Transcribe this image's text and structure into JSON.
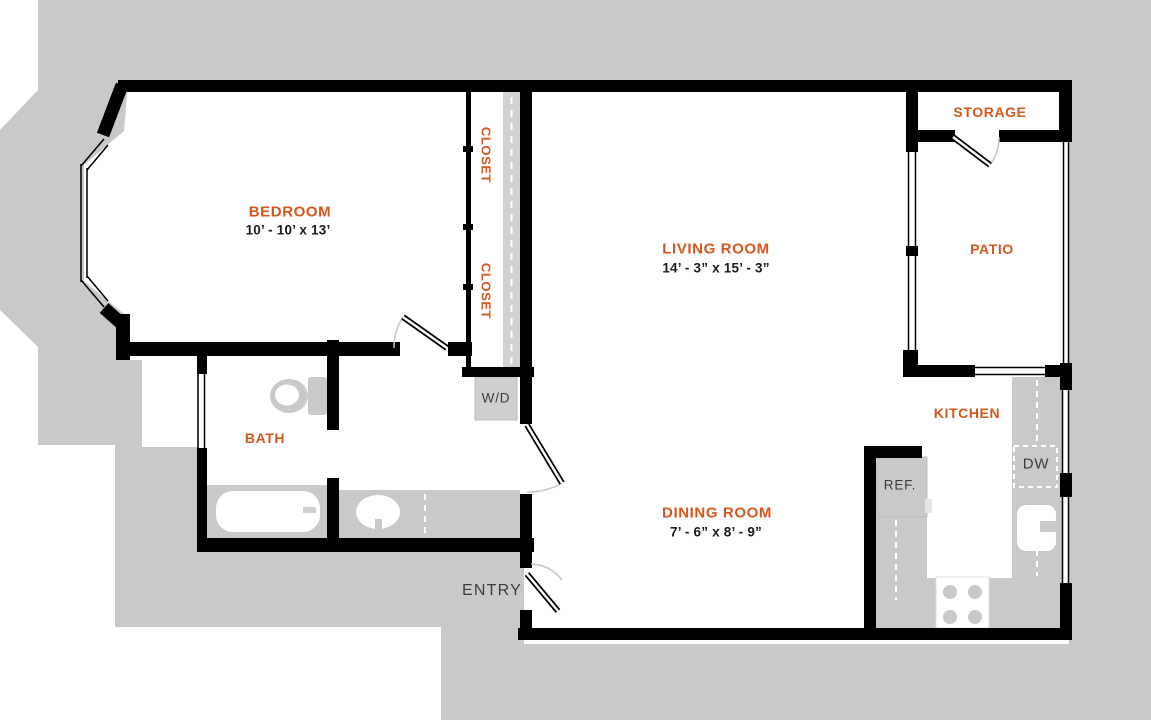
{
  "colors": {
    "accent": "#d4571e",
    "dim_text": "#1b1b1b",
    "annotation_text": "#3c3c3c",
    "background": "#c9c9c9",
    "wall": "#000000",
    "fixture": "#cccccc",
    "floor": "#ffffff"
  },
  "rooms": {
    "bedroom": {
      "label": "BEDROOM",
      "dims": "10’ - 10’ x 13’"
    },
    "closet_upper": {
      "label": "CLOSET"
    },
    "closet_lower": {
      "label": "CLOSET"
    },
    "living_room": {
      "label": "LIVING ROOM",
      "dims": "14’ - 3” x 15’ - 3”"
    },
    "dining_room": {
      "label": "DINING ROOM",
      "dims": "7’ - 6” x 8’ - 9”"
    },
    "bath": {
      "label": "BATH"
    },
    "kitchen": {
      "label": "KITCHEN"
    },
    "patio": {
      "label": "PATIO"
    },
    "storage": {
      "label": "STORAGE"
    }
  },
  "fixtures": {
    "washer_dryer": "W/D",
    "refrigerator": "REF.",
    "dishwasher": "DW"
  },
  "entry": {
    "label": "ENTRY"
  }
}
